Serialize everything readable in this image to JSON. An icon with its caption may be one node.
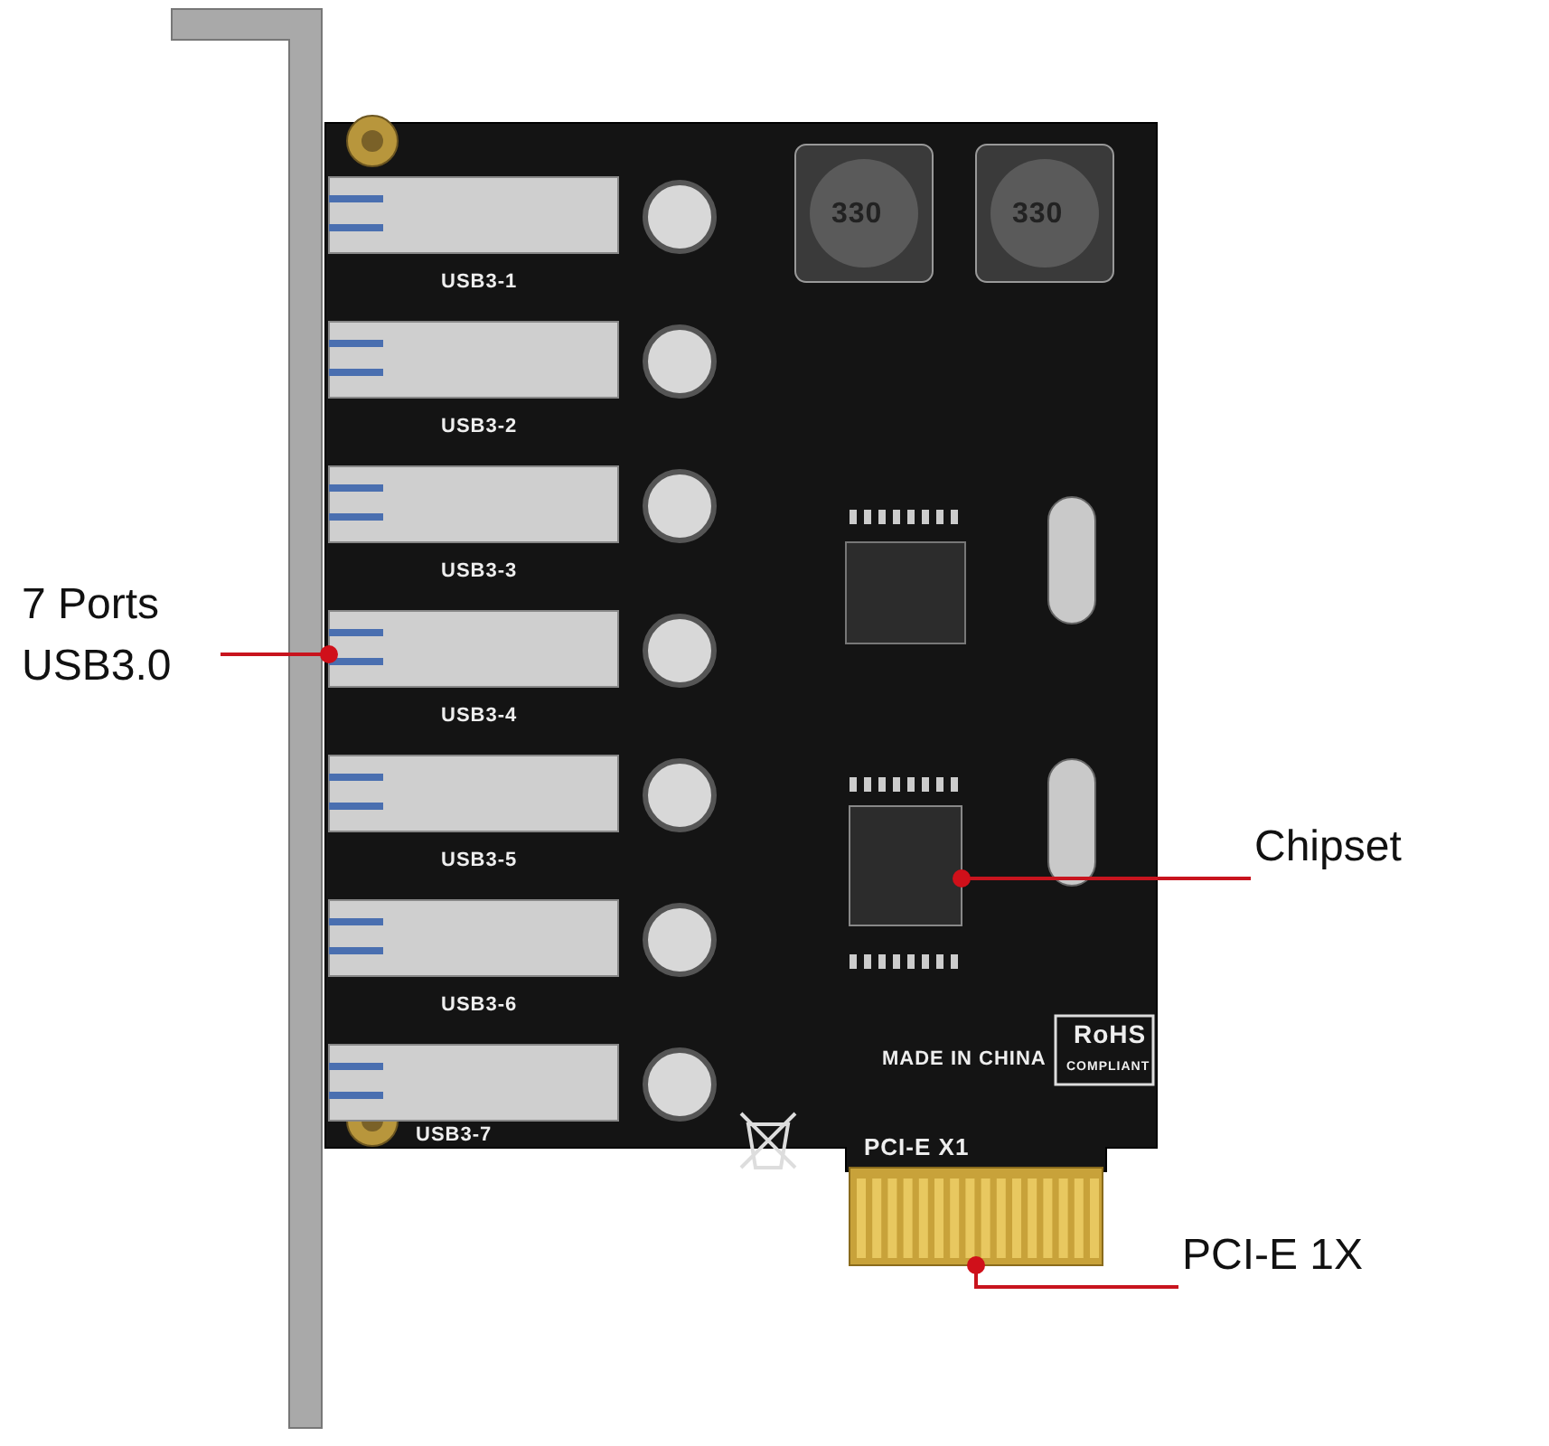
{
  "diagram": {
    "nodes": [
      {
        "text": [
          "7 Ports USB3.0"
        ]
      },
      {
        "text": [],
        "shape": "box"
      },
      {
        "text": [
          "Chipset"
        ]
      },
      {
        "text": [],
        "shape": "box"
      },
      {
        "text": [
          "PCI-E 1X"
        ]
      },
      {
        "text": [],
        "shape": "bar"
      }
    ],
    "edges": [
      {
        "from": 0,
        "to": 1,
        "arrow": "other"
      },
      {
        "from": 2,
        "to": 3,
        "arrow": "other"
      },
      {
        "from": 4,
        "to": 5,
        "arrow": "other"
      }
    ],
    "labels": [
      "330",
      "330",
      "USB3-1",
      "USB3-2",
      "USB3-3",
      "USB3-4",
      "USB3-5",
      "USB3-6",
      "MADE IN CHINA",
      "RoHS",
      "COMPLIANT",
      "USB3-7",
      "PCI-E X1"
    ]
  }
}
